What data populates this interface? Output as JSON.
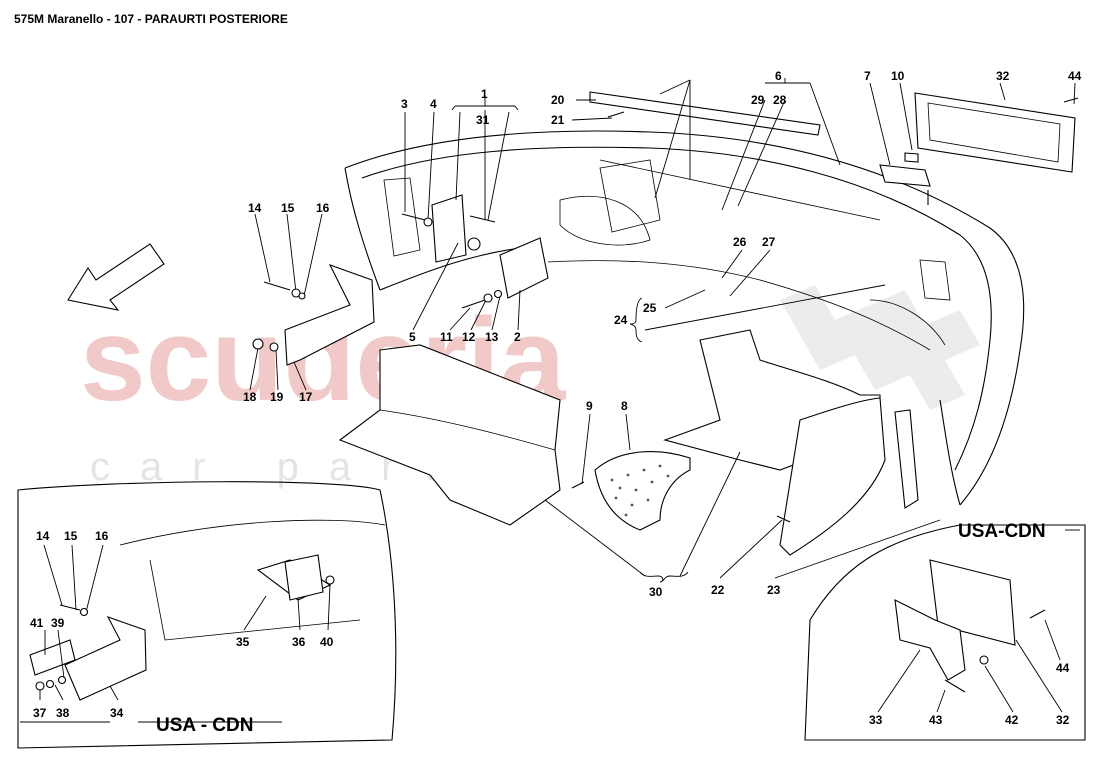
{
  "title": "575M Maranello - 107 - PARAURTI POSTERIORE",
  "watermark": {
    "main": "scuderia",
    "sub": "car parts"
  },
  "regions": {
    "top_right": "USA-CDN",
    "bottom_left": "USA - CDN"
  },
  "callouts": [
    "1",
    "2",
    "3",
    "4",
    "5",
    "6",
    "7",
    "8",
    "9",
    "10",
    "11",
    "12",
    "13",
    "14",
    "15",
    "16",
    "17",
    "18",
    "19",
    "20",
    "21",
    "22",
    "23",
    "24",
    "25",
    "26",
    "27",
    "28",
    "29",
    "30",
    "31",
    "32",
    "44",
    "14",
    "15",
    "16",
    "41",
    "39",
    "37",
    "38",
    "34",
    "35",
    "36",
    "40",
    "33",
    "43",
    "42",
    "32",
    "44"
  ],
  "colors": {
    "line": "#000000",
    "watermark_red": "#f1c9c9",
    "watermark_grey": "#e4e4e4",
    "background": "#ffffff"
  }
}
